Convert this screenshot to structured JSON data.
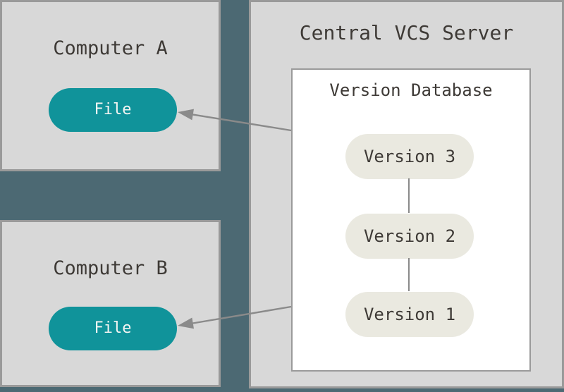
{
  "diagram": {
    "computer_a": {
      "title": "Computer A",
      "file_label": "File"
    },
    "computer_b": {
      "title": "Computer B",
      "file_label": "File"
    },
    "server": {
      "title": "Central VCS Server",
      "database": {
        "title": "Version Database",
        "versions": [
          "Version 3",
          "Version 2",
          "Version 1"
        ]
      }
    }
  },
  "colors": {
    "background": "#4c6973",
    "box-fill": "#d8d8d8",
    "box-border": "#9a9a9a",
    "white-box": "#ffffff",
    "teal-pill": "#10939a",
    "cream-pill": "#eae9e0",
    "dark-text": "#3e3a36",
    "light-text": "#f5f5f3",
    "arrow": "#8a8a8a"
  }
}
